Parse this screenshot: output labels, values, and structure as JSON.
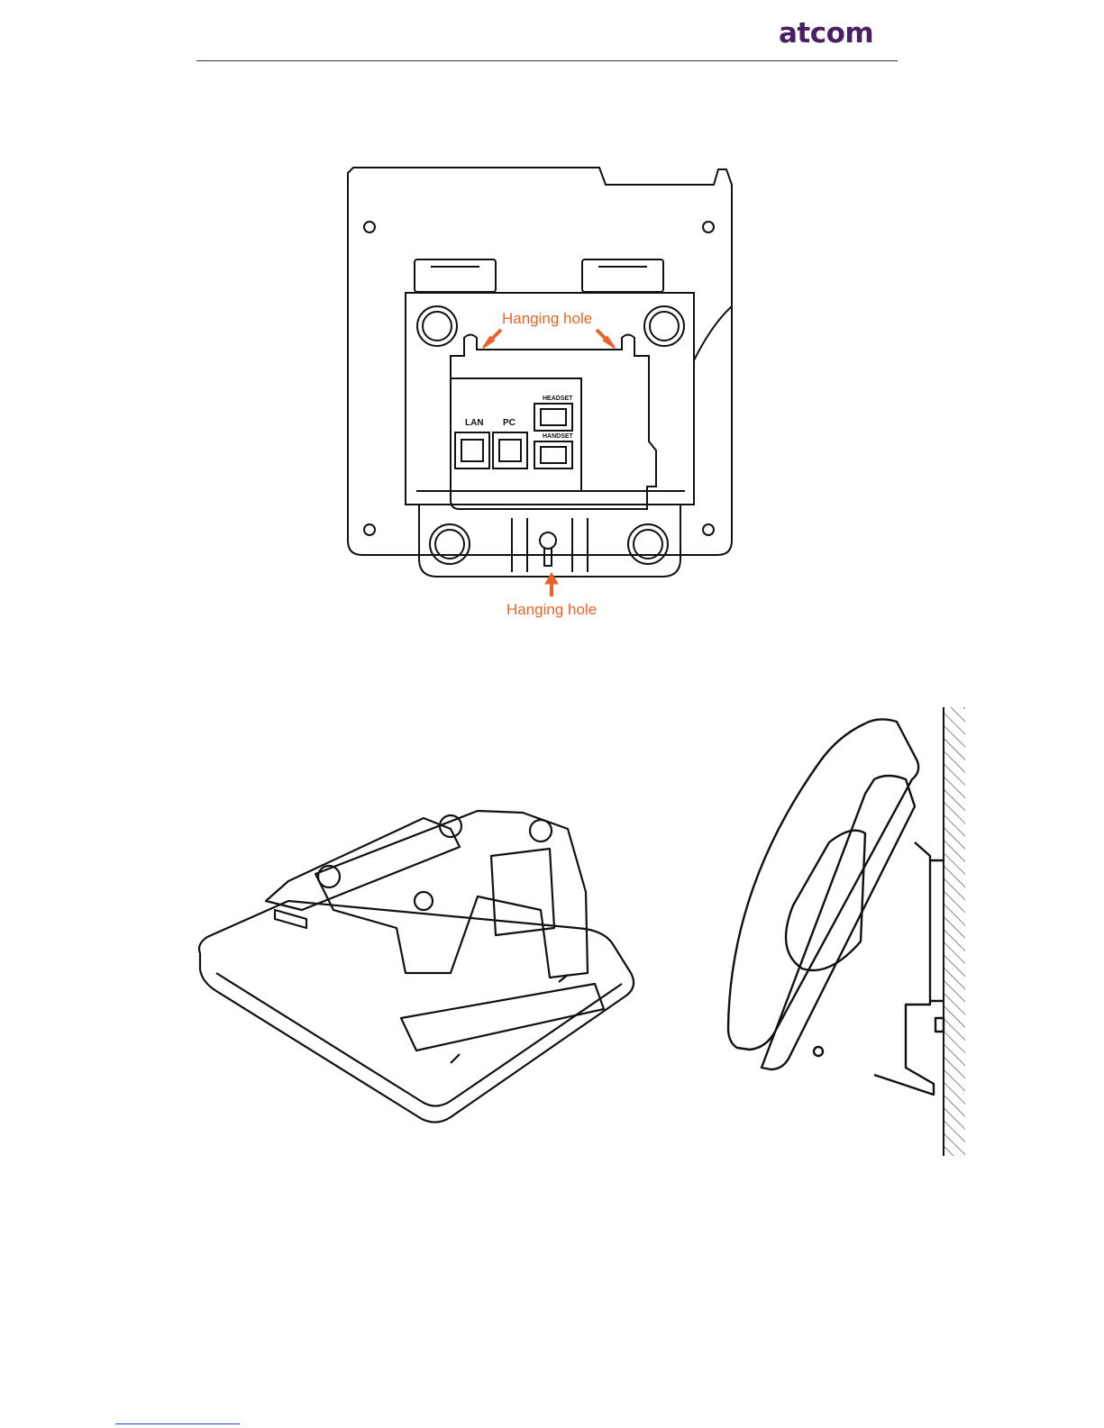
{
  "header": {
    "logo_text": "atcom",
    "brand_colors": {
      "primary": "#4b1f63",
      "accent": "#f07a1a"
    }
  },
  "figure_back": {
    "callouts": {
      "top": "Hanging hole",
      "bottom": "Hanging hole"
    },
    "port_labels": {
      "lan": "LAN",
      "pc": "PC",
      "headset": "HEADSET",
      "handset": "HANDSET"
    },
    "callout_color": "#e8632a"
  },
  "figure_stand": {
    "icon": "phone-with-folding-stand"
  },
  "figure_wall": {
    "icon": "phone-mounted-on-wall"
  }
}
